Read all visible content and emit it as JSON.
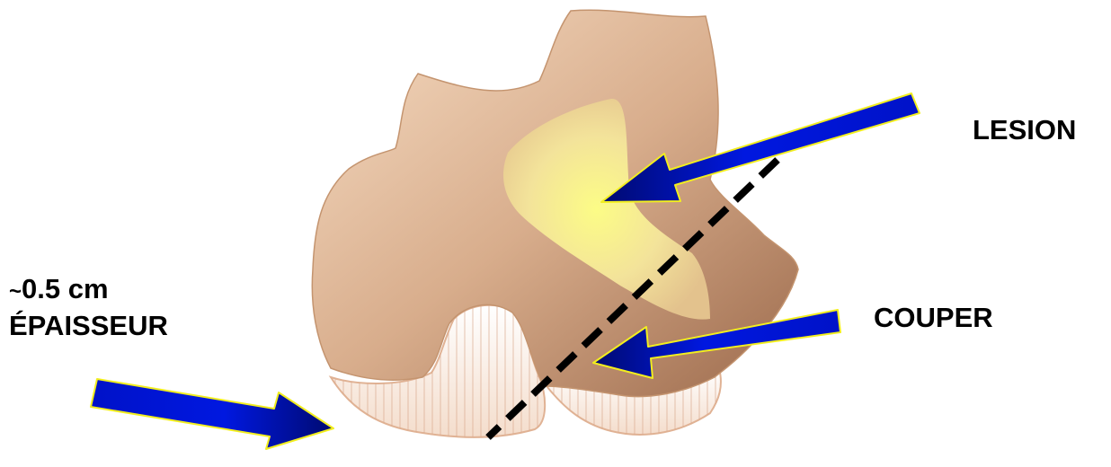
{
  "labels": {
    "lesion": "LESION",
    "cut": "COUPER",
    "thickness_tilde": "~",
    "thickness_value": "0.5 cm",
    "thickness": "ÉPAISSEUR"
  },
  "colors": {
    "background": "#ffffff",
    "tissue_light": "#f4d7bd",
    "tissue_mid": "#d4a887",
    "tissue_dark": "#9e6d4f",
    "lesion_center": "#fafa88",
    "lesion_edge": "#e6c78f",
    "slab_side": "#fbeee4",
    "slab_lines": "#d9a88c",
    "arrow_dark": "#000a6e",
    "arrow_light": "#1e38ff",
    "arrow_outline": "#f2ee1e",
    "cut_line": "#000000"
  },
  "icons": {
    "lesion_arrow": "arrow-to-lesion-icon",
    "cut_arrow": "arrow-to-cut-icon",
    "thickness_arrow": "arrow-to-thickness-icon"
  }
}
